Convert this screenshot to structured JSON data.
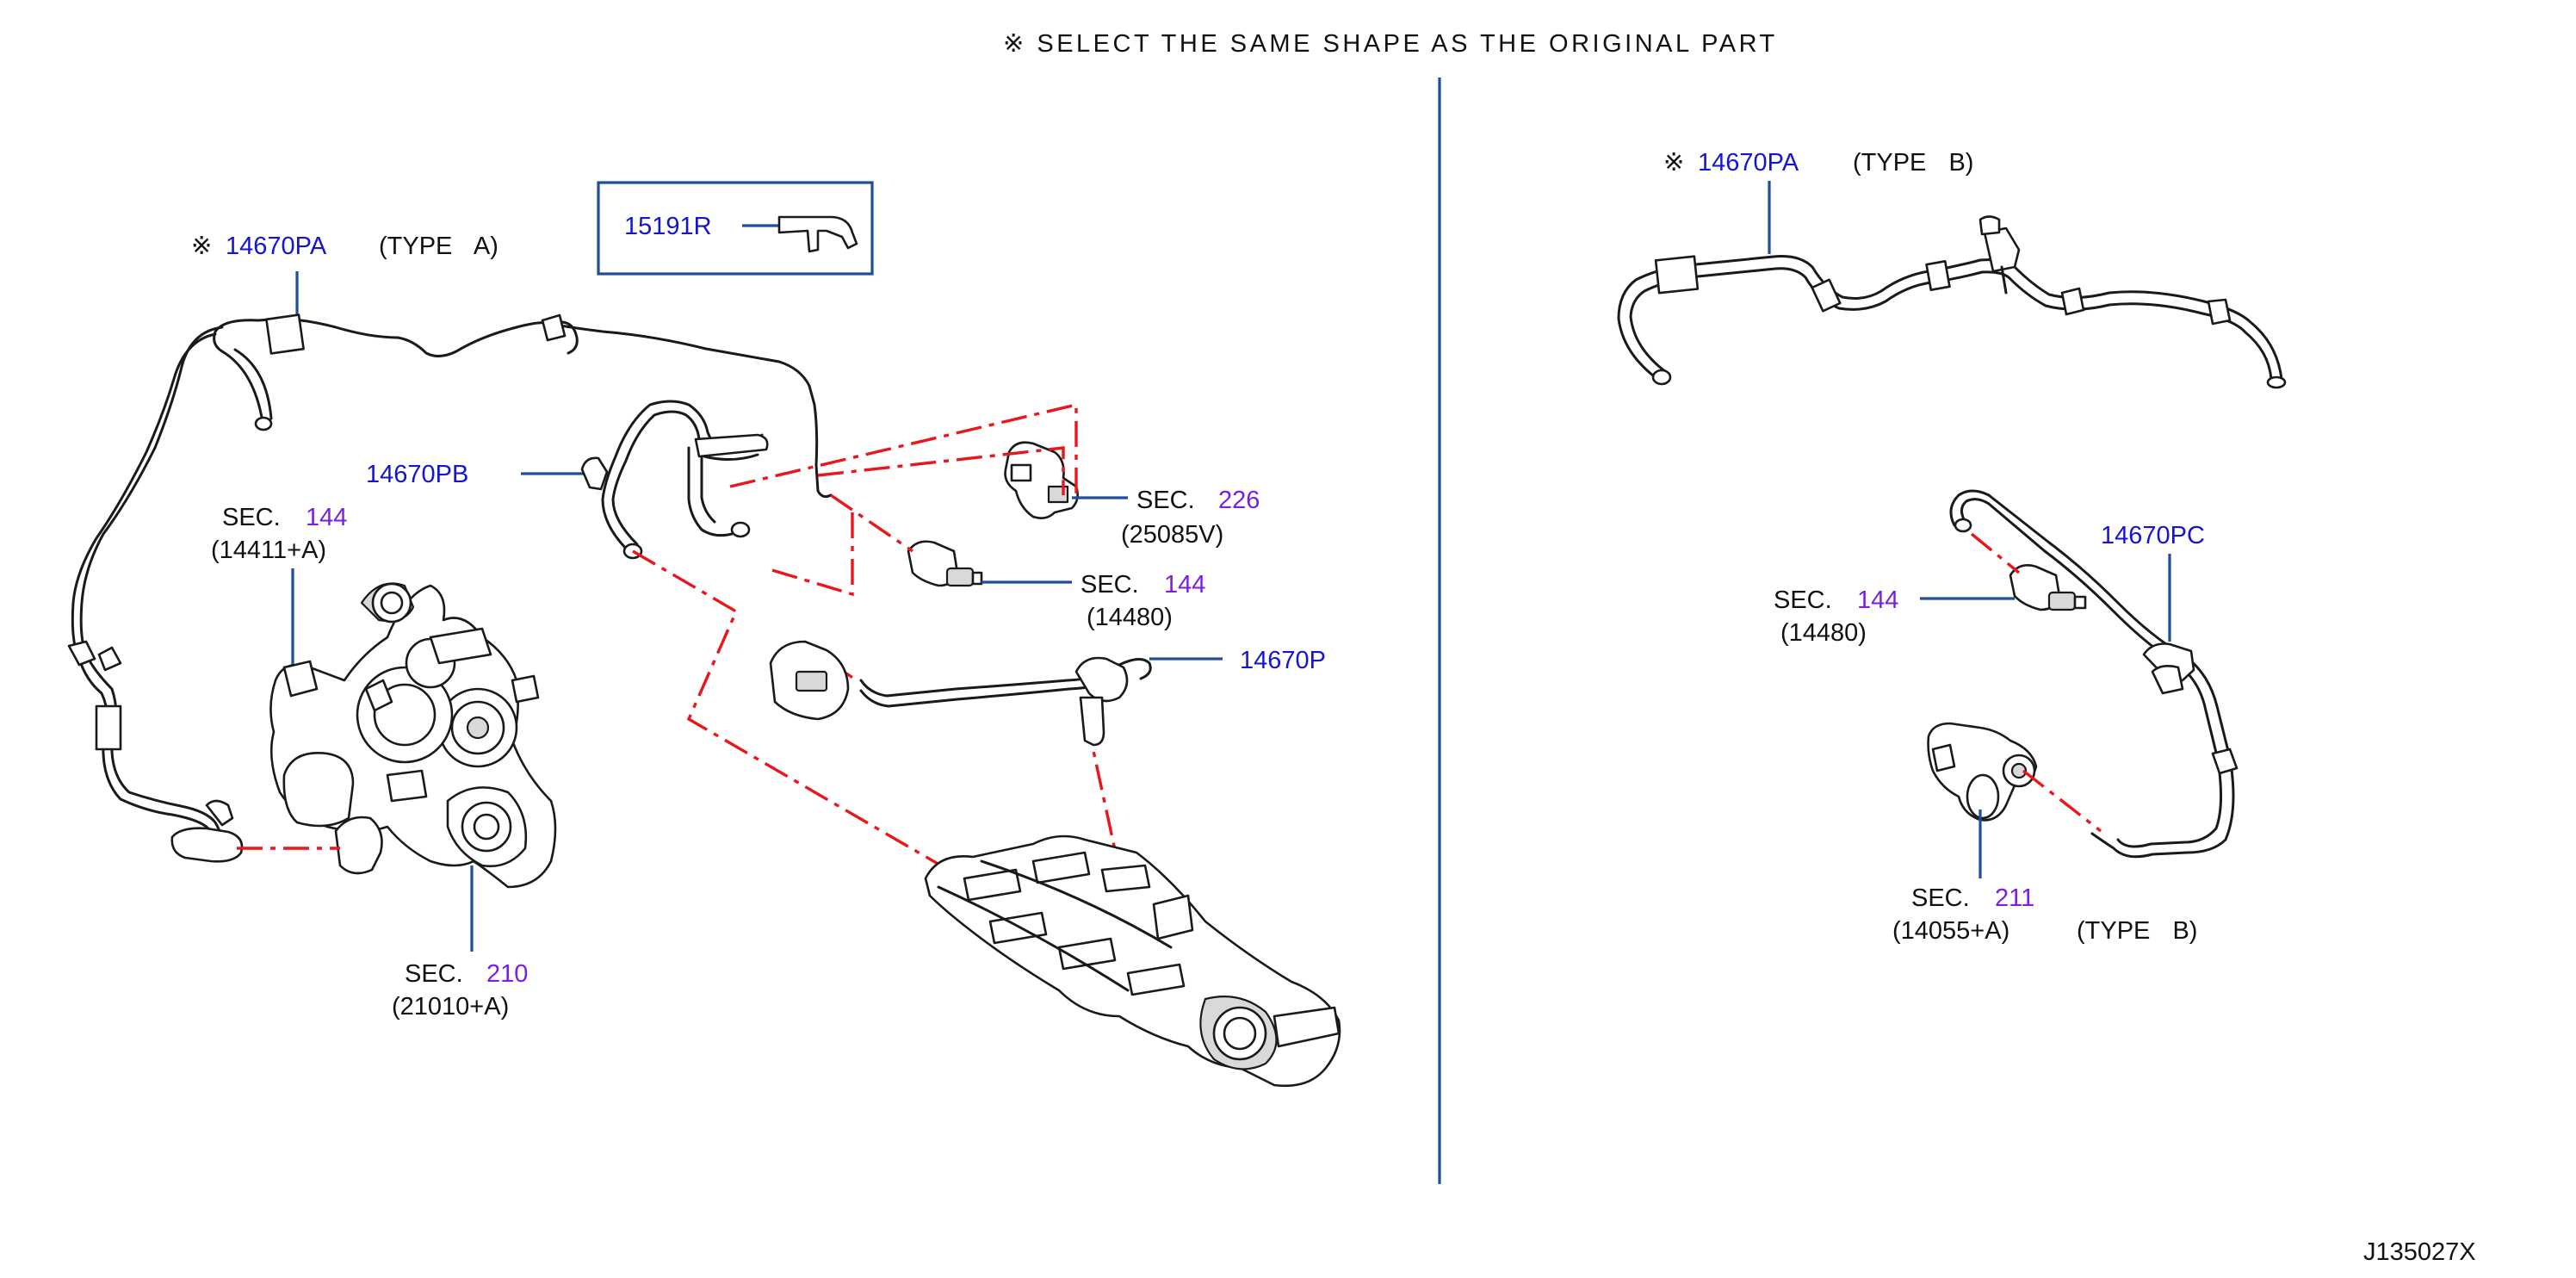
{
  "diagram": {
    "notice": "※ SELECT THE SAME SHAPE AS THE ORIGINAL PART",
    "diagram_id": "J135027X",
    "labels": {
      "type_a_part_mark": "※",
      "type_a_part": "14670PA",
      "type_a": "(TYPE A)",
      "part_15191r": "15191R",
      "part_14670pb": "14670PB",
      "part_14670p": "14670P",
      "sec144_left_prefix": "SEC.",
      "sec144_left_num": "144",
      "sec144_left_code": "(14411+A)",
      "sec210_prefix": "SEC.",
      "sec210_num": "210",
      "sec210_code": "(21010+A)",
      "sec226_prefix": "SEC.",
      "sec226_num": "226",
      "sec226_code": "(25085V)",
      "sec144_mid_prefix": "SEC.",
      "sec144_mid_num": "144",
      "sec144_mid_code": "(14480)",
      "type_b_part_mark": "※",
      "type_b_part": "14670PA",
      "type_b": "(TYPE B)",
      "part_14670pc": "14670PC",
      "sec144_right_prefix": "SEC.",
      "sec144_right_num": "144",
      "sec144_right_code": "(14480)",
      "sec211_prefix": "SEC.",
      "sec211_num": "211",
      "sec211_code": "(14055+A)",
      "type_b_bottom": "(TYPE B)"
    },
    "colors": {
      "part_number": "#1414d2",
      "section_number": "#7a1ee0",
      "leader_line": "#1f4e9a",
      "connection_line": "#e8171b"
    }
  }
}
